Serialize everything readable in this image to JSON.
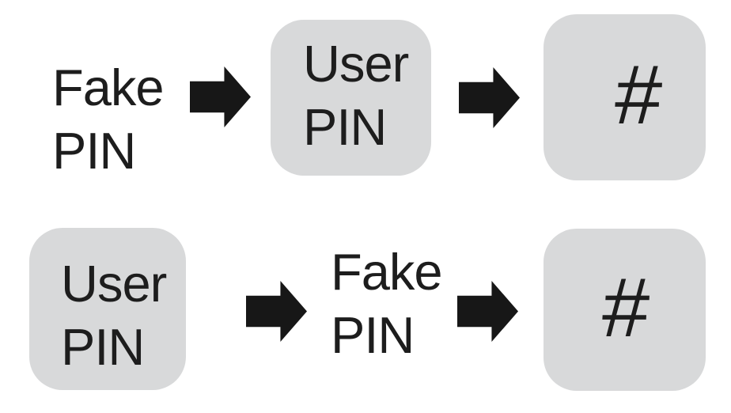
{
  "diagram": {
    "colors": {
      "background": "#ffffff",
      "key_fill": "#d8d9da",
      "text": "#1d1d1d",
      "arrow": "#171717"
    },
    "sequences": [
      {
        "steps": [
          {
            "kind": "text",
            "lines": [
              "Fake",
              "PIN"
            ]
          },
          {
            "kind": "arrow"
          },
          {
            "kind": "key",
            "lines": [
              "User",
              "PIN"
            ]
          },
          {
            "kind": "arrow"
          },
          {
            "kind": "key",
            "lines": [
              "#"
            ]
          }
        ]
      },
      {
        "steps": [
          {
            "kind": "key",
            "lines": [
              "User",
              "PIN"
            ]
          },
          {
            "kind": "arrow"
          },
          {
            "kind": "text",
            "lines": [
              "Fake",
              "PIN"
            ]
          },
          {
            "kind": "arrow"
          },
          {
            "kind": "key",
            "lines": [
              "#"
            ]
          }
        ]
      }
    ]
  }
}
